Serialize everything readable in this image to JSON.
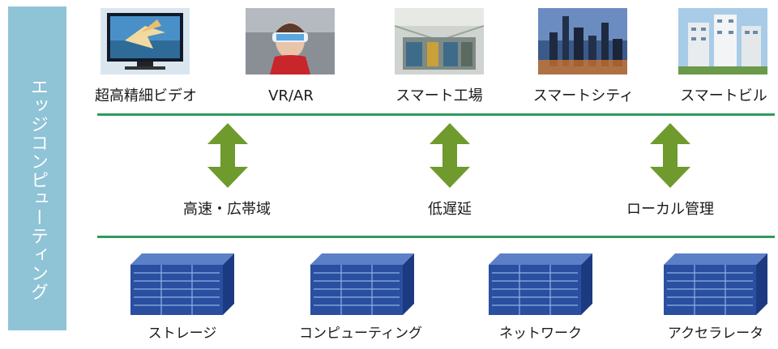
{
  "sidebar": {
    "title": "エッジコンピューティング"
  },
  "applications": [
    {
      "label": "超高精細ビデオ",
      "picture": "tv-bird-icon"
    },
    {
      "label": "VR/AR",
      "picture": "vr-headset-icon"
    },
    {
      "label": "スマート工場",
      "picture": "factory-icon"
    },
    {
      "label": "スマートシティ",
      "picture": "city-night-icon"
    },
    {
      "label": "スマートビル",
      "picture": "buildings-icon"
    }
  ],
  "features": [
    {
      "label": "高速・広帯域"
    },
    {
      "label": "低遅延"
    },
    {
      "label": "ローカル管理"
    }
  ],
  "resources": [
    {
      "label": "ストレージ"
    },
    {
      "label": "コンピューティング"
    },
    {
      "label": "ネットワーク"
    },
    {
      "label": "アクセラレータ"
    }
  ],
  "colors": {
    "sidebar": "#8fc3d6",
    "divider": "#2f9a5c",
    "arrow": "#6f9a2d",
    "server_front": "#2a4fa0",
    "server_top": "#5c80c8",
    "server_side": "#1c3a80"
  }
}
